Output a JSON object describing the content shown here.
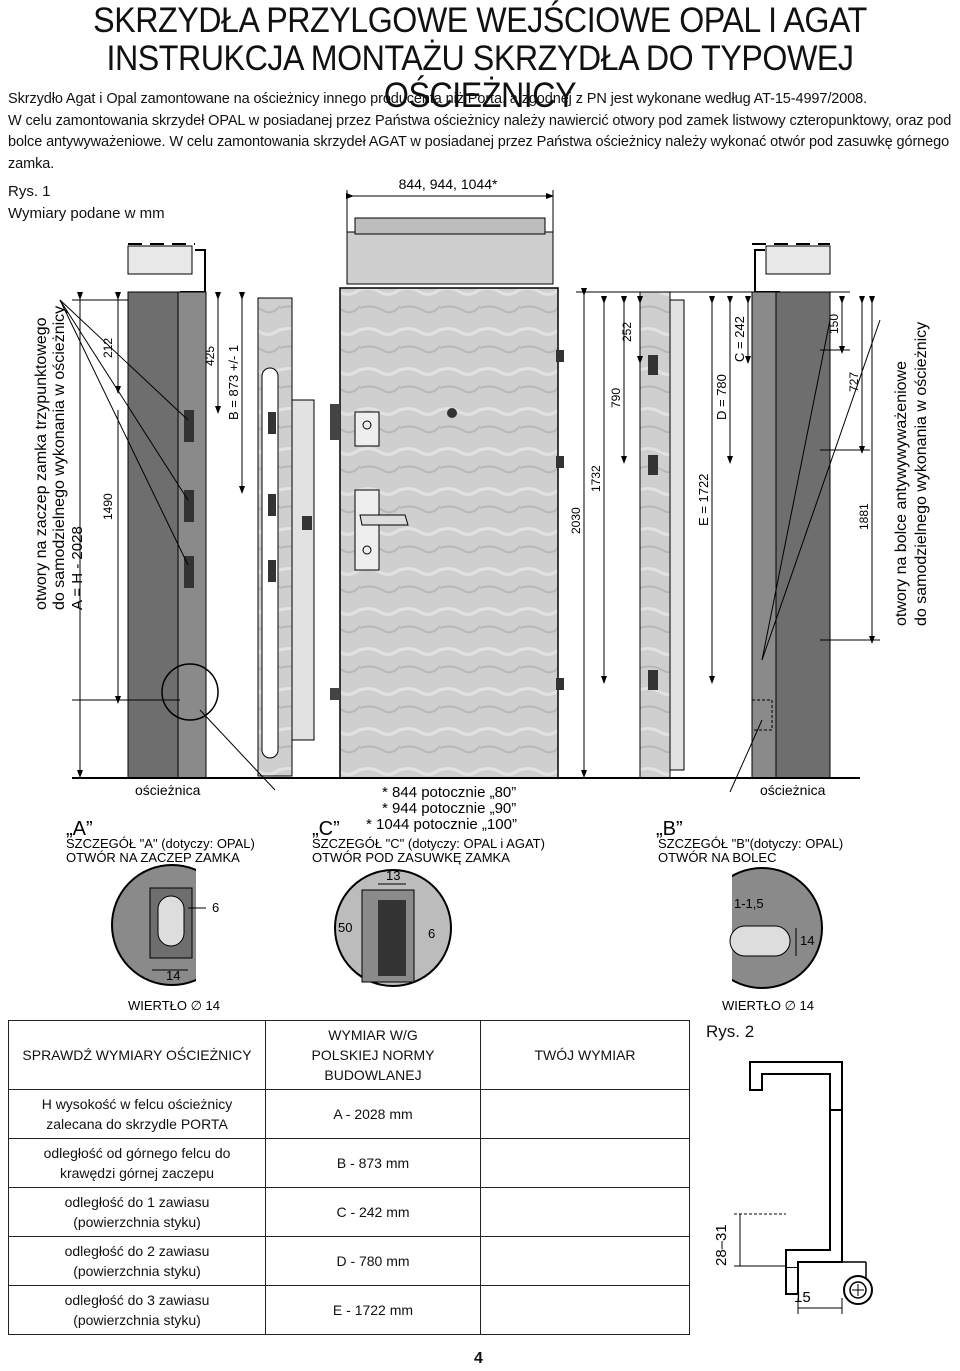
{
  "title": {
    "line1": "SKRZYDŁA PRZYLGOWE WEJŚCIOWE OPAL I AGAT",
    "line2": "INSTRUKCJA MONTAŻU SKRZYDŁA DO TYPOWEJ OŚCIEŻNICY"
  },
  "intro": {
    "p1": "Skrzydło Agat i Opal zamontowane na ościeżnicy innego producenta niż Porta, a zgodnej z PN jest wykonane według AT-15-4997/2008.",
    "p2": "W celu zamontowania skrzydeł OPAL w posiadanej przez Państwa ościeżnicy należy nawiercić otwory pod zamek listwowy czteropunktowy, oraz pod bolce antywyważeniowe.",
    "p3": "W celu zamontowania skrzydeł AGAT w posiadanej przez Państwa ościeżnicy należy wykonać otwór pod zasuwkę górnego zamka."
  },
  "figure1": {
    "rys": "Rys. 1",
    "units": "Wymiary podane w mm",
    "width_label": "844, 944, 1044*",
    "left_vertical_1": "otwory na zaczep zamka trzypunktowego",
    "left_vertical_2": "do samodzielnego wykonania w ościeżnicy",
    "left_vertical_3": "A = H - 2028",
    "dim_212": "212",
    "dim_1490": "1490",
    "dim_425": "425",
    "dim_B": "B = 873  +/- 1",
    "dim_2030": "2030",
    "dim_1732": "1732",
    "dim_790": "790",
    "dim_252": "252",
    "dim_E": "E = 1722",
    "dim_D": "D = 780",
    "dim_C": "C = 242",
    "dim_150": "150",
    "dim_727": "727",
    "dim_1881": "1881",
    "right_vertical_1": "otwory na bolce  antywywyważeniowe",
    "right_vertical_2": "do samodzielnego wykonania w ościeżnicy",
    "oscieznica_left": "ościeżnica",
    "oscieznica_right": "ościeżnica",
    "note_1": "* 844 potocznie „80”",
    "note_2": "* 944 potocznie „90”",
    "note_3": "* 1044 potocznie „100”"
  },
  "details": {
    "a": {
      "mark": "„A”",
      "line1": "SZCZEGÓŁ \"A\" (dotyczy: OPAL)",
      "line2": "OTWÓR NA ZACZEP ZAMKA",
      "d1": "6",
      "d2": "14",
      "drill": "WIERTŁO  ∅ 14"
    },
    "c": {
      "mark": "„C”",
      "line1": "SZCZEGÓŁ \"C\" (dotyczy: OPAL i AGAT)",
      "line2": "OTWÓR POD ZASUWKĘ ZAMKA",
      "d1": "13",
      "d2": "50",
      "d3": "6"
    },
    "b": {
      "mark": "„B”",
      "line1": "SZCZEGÓŁ \"B\"(dotyczy: OPAL)",
      "line2": "OTWÓR NA BOLEC",
      "d1": "1-1,5",
      "d2": "14",
      "drill": "WIERTŁO  ∅ 14"
    }
  },
  "table": {
    "header": {
      "col1": "SPRAWDŹ WYMIARY OŚCIEŻNICY",
      "col2_1": "WYMIAR W/G",
      "col2_2": "POLSKIEJ NORMY",
      "col2_3": "BUDOWLANEJ",
      "col3": "TWÓJ WYMIAR"
    },
    "rows": [
      {
        "l1": "H wysokość w felcu ościeżnicy",
        "l2": "zalecana do skrzydle PORTA",
        "norm": "A - 2028 mm",
        "yours": ""
      },
      {
        "l1": "odległość od górnego felcu do",
        "l2": "krawędzi górnej zaczepu",
        "norm": "B - 873 mm",
        "yours": ""
      },
      {
        "l1": "odległość do 1 zawiasu",
        "l2": "(powierzchnia styku)",
        "norm": "C - 242 mm",
        "yours": ""
      },
      {
        "l1": "odległość do 2 zawiasu",
        "l2": "(powierzchnia styku)",
        "norm": "D - 780 mm",
        "yours": ""
      },
      {
        "l1": "odległość do 3 zawiasu",
        "l2": "(powierzchnia styku)",
        "norm": "E - 1722 mm",
        "yours": ""
      }
    ]
  },
  "figure2": {
    "rys": "Rys. 2",
    "d1": "28–31",
    "d2": "15"
  },
  "page_number": "4"
}
